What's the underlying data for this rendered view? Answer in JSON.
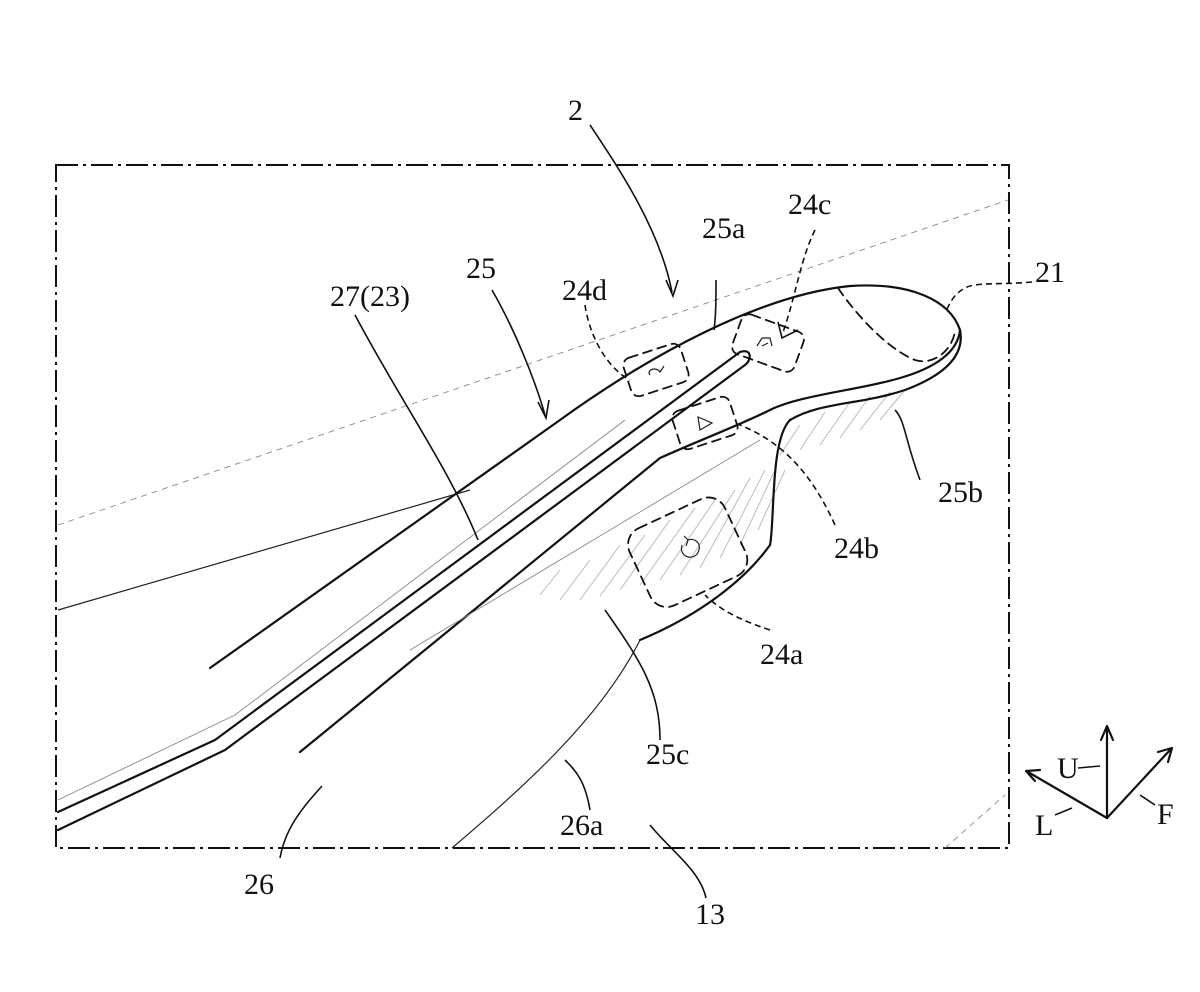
{
  "labels": {
    "l2": "2",
    "l24c": "24c",
    "l25a": "25a",
    "l21": "21",
    "l25": "25",
    "l24d": "24d",
    "l27": "27(23)",
    "l25b": "25b",
    "l24b": "24b",
    "l24a": "24a",
    "l25c": "25c",
    "l26a": "26a",
    "l26": "26",
    "l13": "13"
  },
  "axes": {
    "up": "U",
    "left": "L",
    "front": "F"
  }
}
